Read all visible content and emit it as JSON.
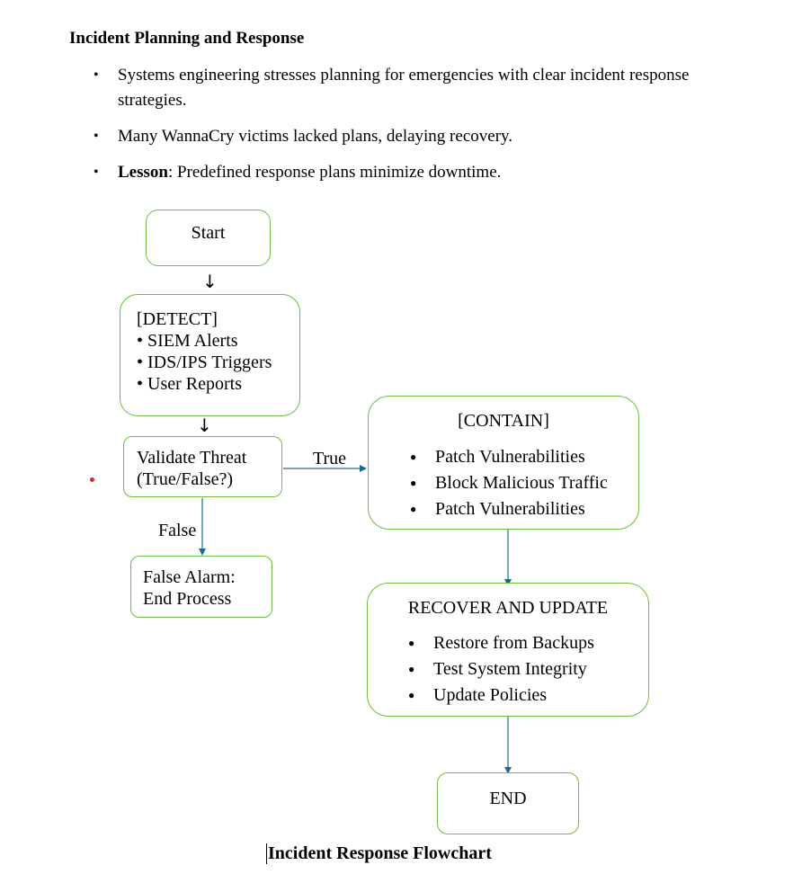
{
  "document": {
    "heading": "Incident Planning and Response",
    "bullets": [
      {
        "prefix": "",
        "text": "Systems engineering stresses planning for emergencies with clear incident response strategies."
      },
      {
        "prefix": "",
        "text": "Many WannaCry victims lacked plans, delaying recovery."
      },
      {
        "prefix": "Lesson",
        "text": ": Predefined response plans minimize downtime."
      }
    ],
    "bullet_symbol": "•"
  },
  "flowchart": {
    "start": "Start",
    "arrow_symbol": "↓",
    "detect": {
      "title": "[DETECT]",
      "items": [
        "• SIEM Alerts",
        "• IDS/IPS Triggers",
        "• User Reports"
      ]
    },
    "validate": {
      "line1": "Validate Threat",
      "line2": "(True/False?)"
    },
    "true_label": "True",
    "false_label": "False",
    "false_alarm": {
      "line1": "False Alarm:",
      "line2": "End Process"
    },
    "contain": {
      "title": "[CONTAIN]",
      "items": [
        "Patch Vulnerabilities",
        "Block Malicious Traffic",
        "Patch Vulnerabilities"
      ]
    },
    "recover": {
      "title": "RECOVER AND UPDATE",
      "items": [
        "Restore from Backups",
        "Test System Integrity",
        "Update Policies"
      ]
    },
    "end": "END",
    "caption": "Incident Response Flowchart",
    "colors": {
      "box_border": "#6cbf45",
      "connector": "#1f6b8c",
      "marker": "#e0242c"
    }
  }
}
